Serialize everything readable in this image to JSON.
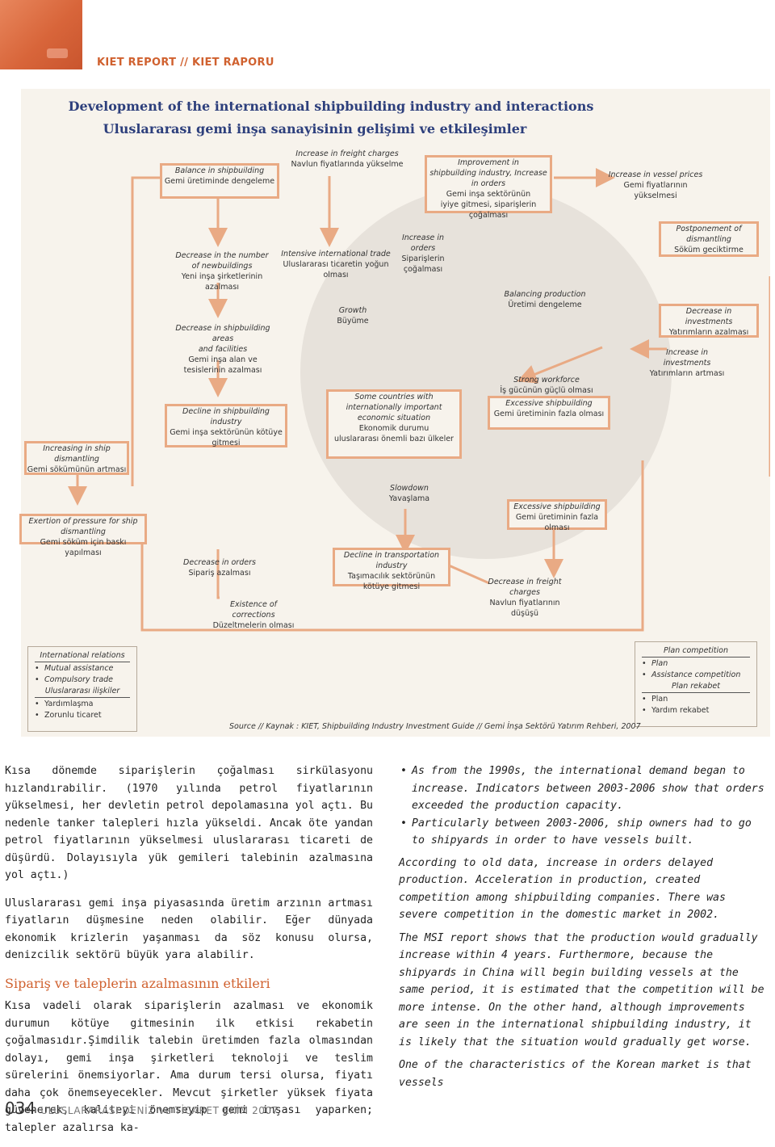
{
  "header": {
    "tag": "KIET REPORT // KIET RAPORU"
  },
  "figure": {
    "title_en": "Development of the international shipbuilding industry and interactions",
    "title_tr": "Uluslararası gemi inşa sanayisinin gelişimi ve etkileşimler",
    "nodes": {
      "balance": {
        "en": "Balance in shipbuilding",
        "tr": "Gemi üretiminde dengeleme"
      },
      "freight_up": {
        "en": "Increase in freight charges",
        "tr": "Navlun fiyatlarında yükselme"
      },
      "improvement": {
        "en1": "Improvement in",
        "en2": "shipbuilding industry, Increase in orders",
        "tr1": "Gemi inşa sektörünün",
        "tr2": "iyiye gitmesi, siparişlerin çoğalması"
      },
      "vessel_prices": {
        "en": "Increase in vessel prices",
        "tr": "Gemi fiyatlarının yükselmesi"
      },
      "dec_newbuild": {
        "en1": "Decrease in the number",
        "en2": "of newbuildings",
        "tr": "Yeni inşa şirketlerinin azalması"
      },
      "intensive_trade": {
        "en": "Intensive international trade",
        "tr": "Uluslararası ticaretin yoğun olması"
      },
      "inc_orders": {
        "en": "Increase in orders",
        "tr1": "Siparişlerin",
        "tr2": "çoğalması"
      },
      "postpone": {
        "en": "Postponement of dismantling",
        "tr": "Söküm geciktirme"
      },
      "balancing_prod": {
        "en": "Balancing production",
        "tr": "Üretimi dengeleme"
      },
      "growth": {
        "en": "Growth",
        "tr": "Büyüme"
      },
      "dec_invest": {
        "en": "Decrease in investments",
        "tr": "Yatırımların azalması"
      },
      "dec_areas": {
        "en1": "Decrease in shipbuilding areas",
        "en2": "and facilities",
        "tr": "Gemi inşa alan ve tesislerinin azalması"
      },
      "inc_invest": {
        "en": "Increase in investments",
        "tr": "Yatırımların artması"
      },
      "strong_work": {
        "en": "Strong workforce",
        "tr": "İş gücünün güçlü olması"
      },
      "excess1": {
        "en": "Excessive shipbuilding",
        "tr": "Gemi üretiminin fazla olması"
      },
      "some_countries": {
        "en1": "Some countries with",
        "en2": "internationally important",
        "en3": "economic situation",
        "tr1": "Ekonomik durumu",
        "tr2": "uluslararası önemli bazı ülkeler"
      },
      "decline_ind": {
        "en": "Decline in shipbuilding industry",
        "tr": "Gemi inşa sektörünün kötüye gitmesi"
      },
      "inc_dismantling": {
        "en": "Increasing in ship dismantling",
        "tr": "Gemi sökümünün artması"
      },
      "slowdown": {
        "en": "Slowdown",
        "tr": "Yavaşlama"
      },
      "excess2": {
        "en": "Excessive shipbuilding",
        "tr": "Gemi üretiminin fazla olması"
      },
      "pressure": {
        "en": "Exertion of pressure for ship dismantling",
        "tr": "Gemi söküm için baskı yapılması"
      },
      "dec_orders": {
        "en": "Decrease in orders",
        "tr": "Sipariş azalması"
      },
      "decline_transport": {
        "en": "Decline in transportation industry",
        "tr1": "Taşımacılık sektörünün",
        "tr2": "kötüye gitmesi"
      },
      "dec_freight": {
        "en": "Decrease in freight charges",
        "tr": "Navlun fiyatlarının düşüşü"
      },
      "corrections": {
        "en": "Existence of corrections",
        "tr": "Düzeltmelerin olması"
      }
    },
    "legend_left": {
      "head_en": "International relations",
      "items_en": [
        "Mutual assistance",
        "Compulsory trade"
      ],
      "head_tr": "Uluslararası ilişkiler",
      "items_tr": [
        "Yardımlaşma",
        "Zorunlu ticaret"
      ]
    },
    "legend_right": {
      "head_en": "Plan competition",
      "items_en": [
        "Plan",
        "Assistance competition"
      ],
      "head_tr": "Plan rekabet",
      "items_tr": [
        "Plan",
        "Yardım rekabet"
      ]
    },
    "source": "Source // Kaynak : KIET, Shipbuilding Industry Investment Guide // Gemi İnşa Sektörü Yatırım Rehberi, 2007"
  },
  "left_column": {
    "p1": "Kısa dönemde siparişlerin çoğalması sirkülasyonu hızlandırabilir. (1970 yılında petrol fiyatlarının yükselmesi, her devletin petrol depolamasına yol açtı. Bu nedenle tanker talepleri hızla yükseldi. Ancak öte yandan petrol fiyatlarının yükselmesi uluslararası ticareti de düşürdü. Dolayısıyla yük gemileri talebinin azalmasına yol açtı.)",
    "p2": "Uluslararası gemi inşa piyasasında üretim arzının artması fiyatların düşmesine neden olabilir. Eğer dünyada ekonomik krizlerin yaşanması da söz konusu olursa, denizcilik sektörü büyük yara alabilir.",
    "heading": "Sipariş ve taleplerin azalmasının etkileri",
    "p3": "Kısa vadeli olarak siparişlerin azalması ve ekonomik durumun kötüye gitmesinin ilk etkisi rekabetin çoğalmasıdır.Şimdilik talebin üretimden fazla olmasından dolayı, gemi inşa şirketleri teknoloji ve teslim sürelerini önemsiyorlar. Ama durum tersi olursa, fiyatı daha çok önemseyecekler. Mevcut şirketler yüksek fiyata güvenerek, kaliteyi önemseyip gemi inşası yaparken; talepler azalırsa ka-"
  },
  "right_column": {
    "bullets": [
      "As from the 1990s, the international demand began to increase. Indicators between 2003-2006 show that orders exceeded the production capacity.",
      "Particularly between 2003-2006, ship owners had to go to shipyards in order to have vessels built."
    ],
    "p1": "According to old data, increase in orders delayed production. Acceleration in production, created competition among shipbuilding companies. There was severe competition in the domestic market in 2002.",
    "p2": "The MSI report shows that the production would gradually increase within 4 years. Furthermore, because the shipyards in China will begin building vessels at the same period, it is estimated that the competition will be more intense. On the other hand, although improvements are seen in the international shipbuilding industry, it is likely that the situation would gradually get worse.",
    "p3": "One of the characteristics of the Korean market is that vessels"
  },
  "footer": {
    "page": "034",
    "publication": "ULUSLARARASI DENİZ ve TİCARET EKİM 2007"
  },
  "colors": {
    "accent": "#d0612f",
    "title_blue": "#2d3f7c",
    "box_border": "#e9aa84",
    "figure_bg": "#f7f3ec",
    "circle_bg": "#e7e2db"
  }
}
